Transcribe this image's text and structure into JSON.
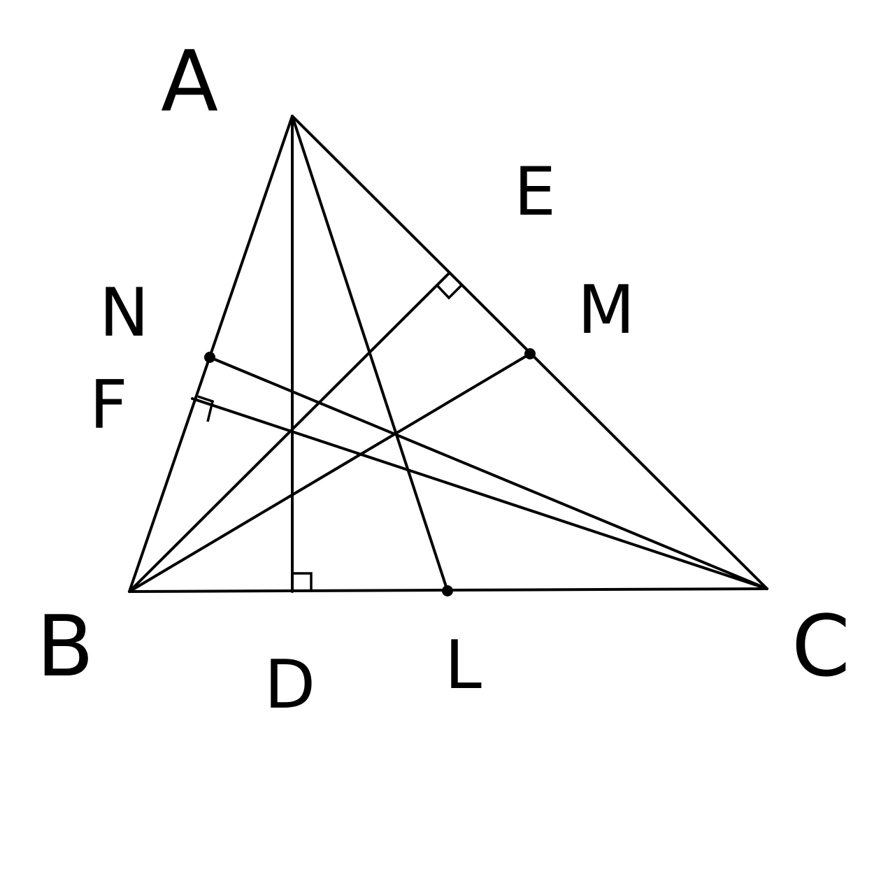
{
  "labels": {
    "A": "A",
    "B": "B",
    "C": "C",
    "D": "D",
    "E": "E",
    "F": "F",
    "L": "L",
    "M": "M",
    "N": "N"
  },
  "colors": {
    "stroke": "#000000",
    "background": "#ffffff"
  }
}
